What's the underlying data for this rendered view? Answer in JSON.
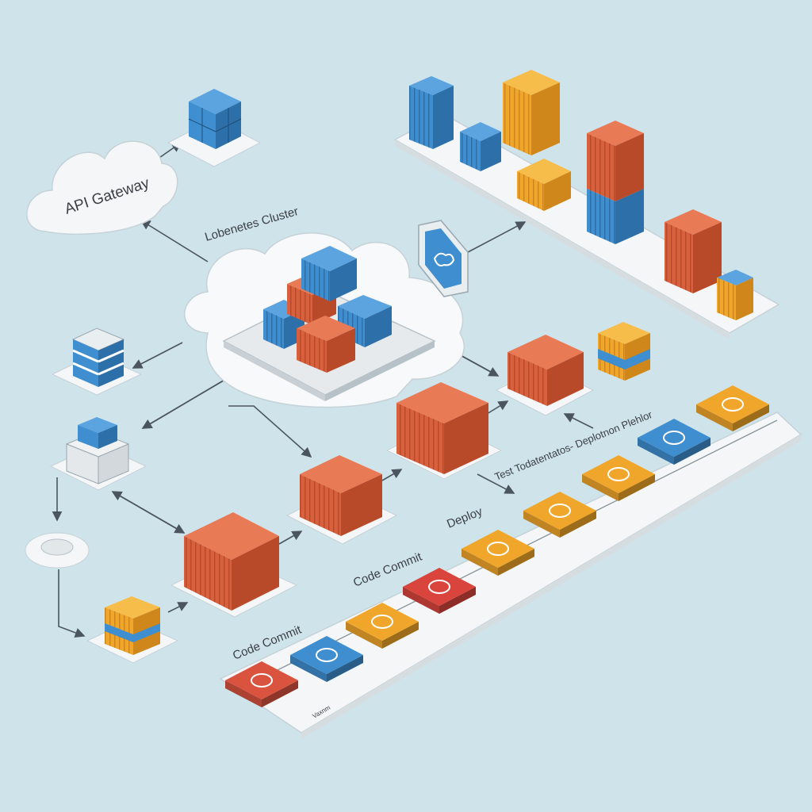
{
  "labels": {
    "api_gateway": "API Gateway",
    "cluster": "Lobenetes Cluster",
    "pipeline_heading": "Test Todatentatos- Deplotnon Plehlor",
    "stage_code_commit_1": "Code Commit",
    "stage_code_commit_2": "Code Commit",
    "stage_deploy": "Deploy",
    "rail_footer": "Vaxnm"
  },
  "colors": {
    "background": "#cfe3ea",
    "container_orange": "#d9603c",
    "container_blue": "#3f8fd0",
    "container_yellow": "#f0a62a",
    "card_white": "#f7f9fa",
    "arrow": "#4a5560"
  },
  "pipeline": {
    "stages": [
      {
        "color": "#d9533f",
        "icon": "money-bag-icon"
      },
      {
        "color": "#3f8fd0",
        "icon": "server-rack-icon"
      },
      {
        "color": "#f0a62a",
        "icon": "cloud-person-icon"
      },
      {
        "color": "#d9453d",
        "icon": "user-commit-icon"
      },
      {
        "color": "#f0a62a",
        "icon": "deploy-arrow-icon"
      },
      {
        "color": "#f0a62a",
        "icon": "gear-bolt-icon"
      },
      {
        "color": "#f0a62a",
        "icon": "monitor-chart-icon"
      },
      {
        "color": "#3f8fd0",
        "icon": "cloud-sync-icon"
      },
      {
        "color": "#f0a62a",
        "icon": "cloud-deploy-icon"
      }
    ]
  }
}
